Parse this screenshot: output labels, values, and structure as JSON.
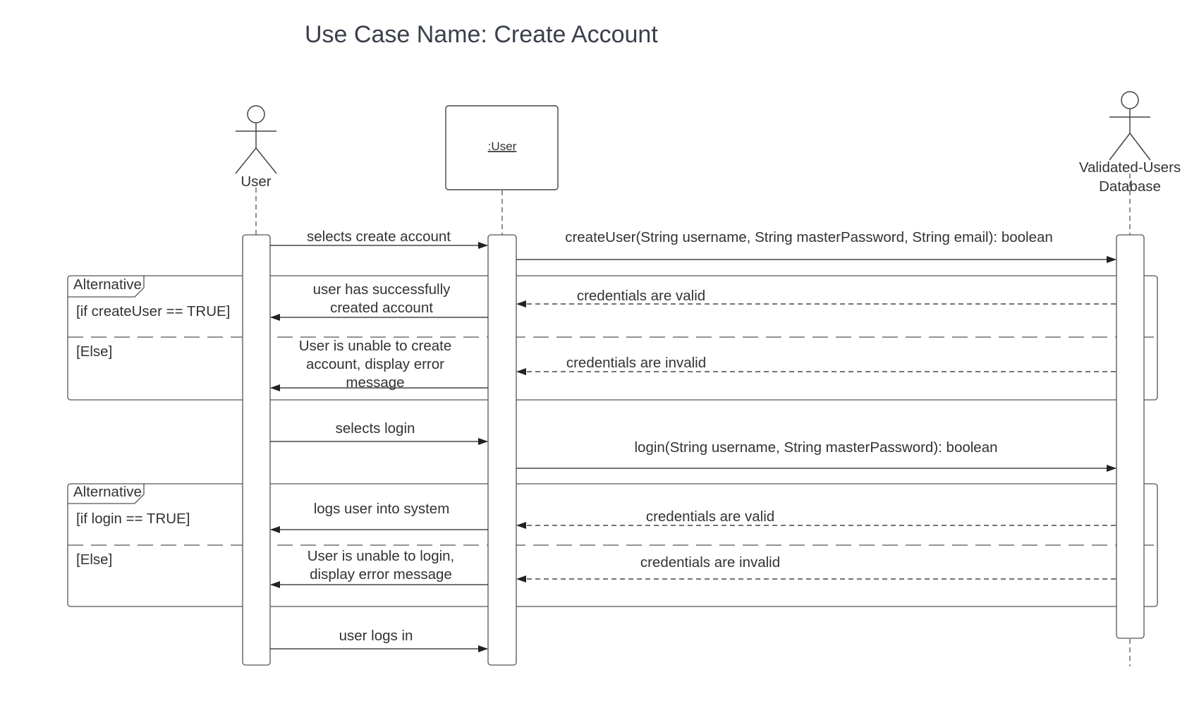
{
  "title": "Use Case Name: Create Account",
  "participants": {
    "user_actor": "User",
    "user_object": ":User",
    "db_actor_line1": "Validated-Users",
    "db_actor_line2": "Database"
  },
  "messages": {
    "m1": "selects create account",
    "m2": "createUser(String username, String masterPassword, String email): boolean",
    "m3_line1": "user has successfully",
    "m3_line2": "created account",
    "m4": "credentials are valid",
    "m5_line1": "User is unable to create",
    "m5_line2": "account, display error",
    "m5_line3": "message",
    "m6": "credentials are invalid",
    "m7": "selects login",
    "m8": "login(String username, String masterPassword): boolean",
    "m9": "logs user into system",
    "m10": "credentials are valid",
    "m11_line1": "User is unable to login,",
    "m11_line2": "display error message",
    "m12": "credentials are invalid",
    "m13": "user logs in"
  },
  "frames": {
    "frame1": {
      "operator": "Alternative",
      "guard1": "[if createUser == TRUE]",
      "guard2": "[Else]"
    },
    "frame2": {
      "operator": "Alternative",
      "guard1": "[if login == TRUE]",
      "guard2": "[Else]"
    }
  }
}
